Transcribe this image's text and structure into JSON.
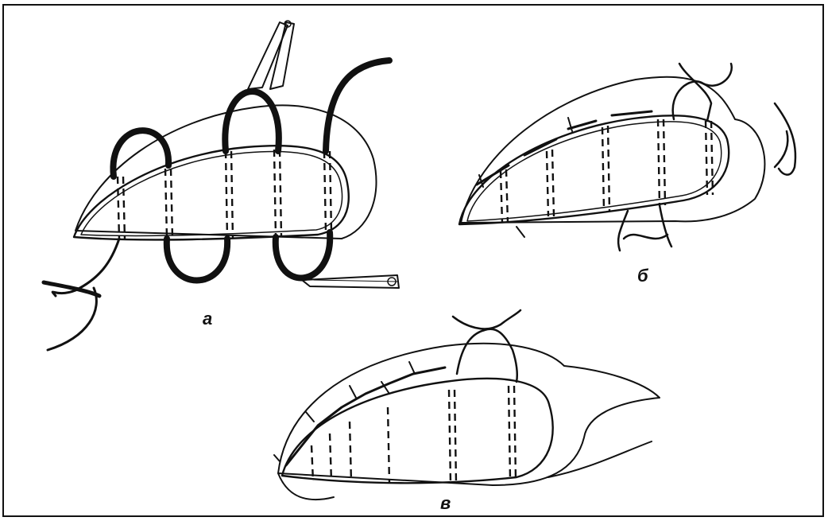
{
  "figure": {
    "panels": [
      {
        "label": "а"
      },
      {
        "label": "б"
      },
      {
        "label": "в"
      }
    ]
  },
  "colors": {
    "ink": "#111111",
    "paper": "#ffffff"
  },
  "icons": [
    "scissors-icon",
    "needle-holder-icon",
    "suture-thread-icon",
    "surgical-knot-icon"
  ]
}
